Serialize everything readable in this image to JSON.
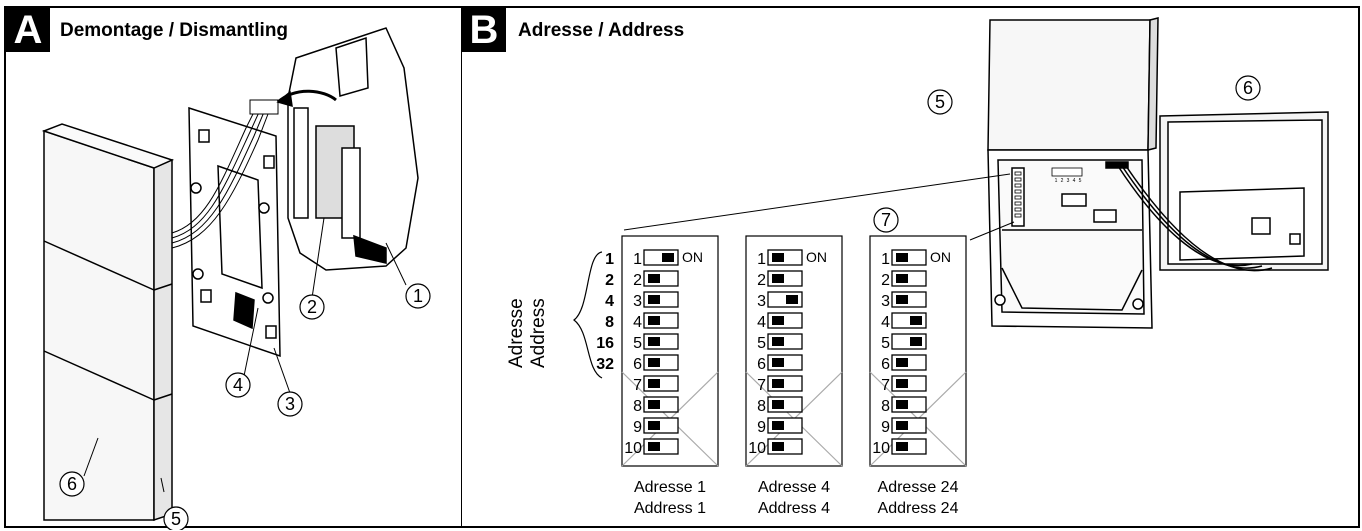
{
  "panel_a": {
    "letter": "A",
    "title": "Demontage / Dismantling",
    "callouts": [
      "1",
      "2",
      "3",
      "4",
      "5",
      "6"
    ]
  },
  "panel_b": {
    "letter": "B",
    "title": "Adresse / Address",
    "callouts": [
      "5",
      "6",
      "7"
    ],
    "side_label_de": "Adresse",
    "side_label_en": "Address",
    "bit_values": [
      "1",
      "2",
      "4",
      "8",
      "16",
      "32"
    ],
    "on_label": "ON",
    "switch_numbers": [
      "1",
      "2",
      "3",
      "4",
      "5",
      "6",
      "7",
      "8",
      "9",
      "10"
    ],
    "blocks": [
      {
        "caption_de": "Adresse 1",
        "caption_en": "Address 1",
        "on": [
          1,
          0,
          0,
          0,
          0,
          0,
          0,
          0,
          0,
          0
        ]
      },
      {
        "caption_de": "Adresse 4",
        "caption_en": "Address 4",
        "on": [
          0,
          0,
          1,
          0,
          0,
          0,
          0,
          0,
          0,
          0
        ]
      },
      {
        "caption_de": "Adresse 24",
        "caption_en": "Address 24",
        "on": [
          0,
          0,
          0,
          1,
          1,
          0,
          0,
          0,
          0,
          0
        ]
      }
    ],
    "pcb_dip_numbers": [
      "1",
      "2",
      "3",
      "4",
      "5"
    ]
  }
}
